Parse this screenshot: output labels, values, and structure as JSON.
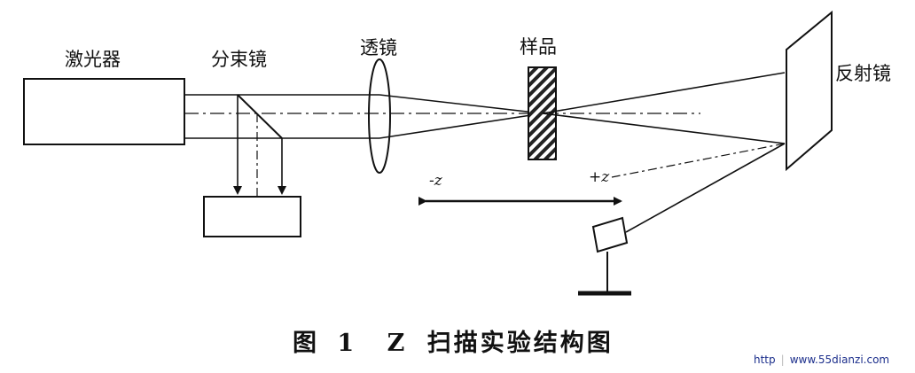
{
  "labels": {
    "laser": "激光器",
    "beam_splitter": "分束镜",
    "lens": "透镜",
    "sample": "样品",
    "mirror": "反射镜",
    "minus_z": "-z",
    "plus_z": "+z"
  },
  "caption": {
    "prefix": "图",
    "number": "1",
    "z": "Z",
    "text": "扫描实验结构图"
  },
  "watermark": {
    "left": "http",
    "right": "www.55dianzi.com"
  },
  "colors": {
    "ink": "#111111",
    "watermark": "#1c2f8c"
  }
}
